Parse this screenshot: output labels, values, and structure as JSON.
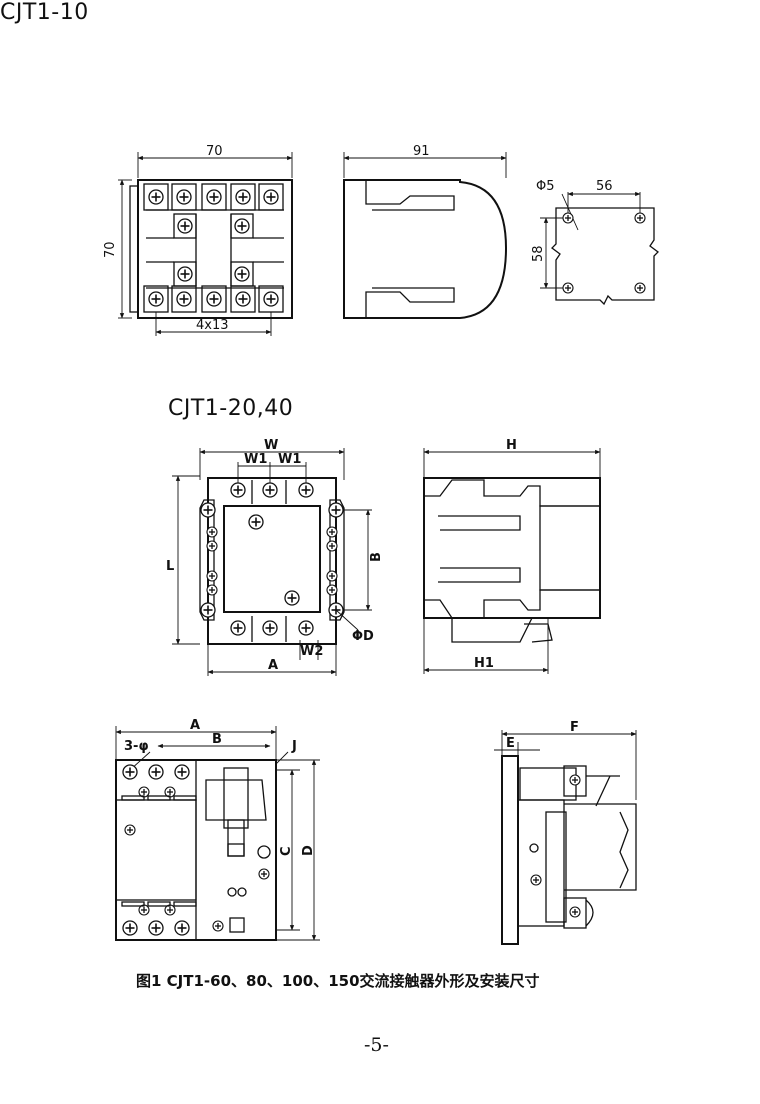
{
  "titles": {
    "model_1": "CJT1-10",
    "model_2": "CJT1-20,40"
  },
  "diagram_1": {
    "front_width": "70",
    "front_height": "70",
    "terminal_pitch": "4x13",
    "side_depth": "91",
    "mount_hole": "Φ5",
    "mount_horizontal": "56",
    "mount_vertical": "58"
  },
  "diagram_2": {
    "width": "W",
    "w1_left": "W1",
    "w1_right": "W1",
    "length": "L",
    "b": "B",
    "hole": "ΦD",
    "w2": "W2",
    "a": "A",
    "h": "H",
    "h1": "H1"
  },
  "diagram_3": {
    "a": "A",
    "b": "B",
    "holes": "3-φ",
    "j": "J",
    "c": "C",
    "d": "D",
    "f": "F",
    "e": "E"
  },
  "caption": "图1 CJT1-60、80、100、150交流接触器外形及安装尺寸",
  "page_number": "-5-"
}
